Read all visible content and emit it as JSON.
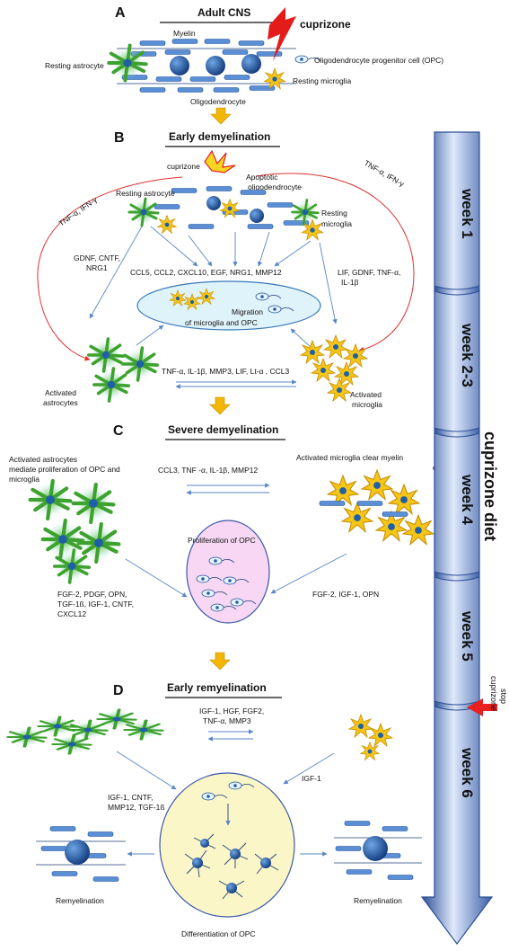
{
  "panels": {
    "A": {
      "letter": "A",
      "title": "Adult   CNS",
      "labels": {
        "myelin": "Myelin",
        "cuprizone": "cuprizone",
        "opc": "Oligodendrocyte progenitor cell (OPC)",
        "resting_astrocyte": "Resting astrocyte",
        "resting_microglia": "Resting microglia",
        "oligodendrocyte": "Oligodendrocyte"
      }
    },
    "B": {
      "letter": "B",
      "title": "Early demyelination",
      "labels": {
        "cuprizone": "cuprizone",
        "apoptotic_1": "Apoptotic",
        "apoptotic_2": "oligodendrocyte",
        "tnf_left": "TNF-α, IFN-γ",
        "tnf_right": "TNF-α, IFN-γ",
        "resting_astrocyte": "Resting astrocyte",
        "resting_microglia_1": "Resting",
        "resting_microglia_2": "microglia",
        "gdnf_1": "GDNF, CNTF,",
        "gdnf_2": "NRG1",
        "center_factors": "CCL5, CCL2, CXCL10, EGF, NRG1, MMP12",
        "lif_1": "LIF, GDNF, TNF-α,",
        "lif_2": "IL-1β",
        "migration_1": "Migration",
        "migration_2": "of microglia   and    OPC",
        "bottom_factors": "TNF-α, IL-1β, MMP3, LIF, Lt-α , CCL3",
        "activated_astro_1": "Activated",
        "activated_astro_2": "astrocytes",
        "activated_micro_1": "Activated",
        "activated_micro_2": "microglia"
      }
    },
    "C": {
      "letter": "C",
      "title": "Severe demyelination",
      "labels": {
        "astro_1": "Activated astrocytes",
        "astro_2": "mediate proliferation of OPC and",
        "astro_3": "microglia",
        "micro_1": "Activated microglia clear myelin",
        "micro_2": "debris",
        "exchange": "CCL3, TNF -α, IL-1β, MMP12",
        "proliferation": "Proliferation of OPC",
        "left_factors_1": "FGF-2, PDGF, OPN,",
        "left_factors_2": "TGF-1ß, IGF-1, CNTF,",
        "left_factors_3": "CXCL12",
        "right_factors": "FGF-2, IGF-1, OPN"
      }
    },
    "D": {
      "letter": "D",
      "title": "Early remyelination",
      "labels": {
        "exchange_1": "IGF-1, HGF, FGF2,",
        "exchange_2": "TNF-α, MMP3",
        "igf": "IGF-1",
        "left_factors_1": "IGF-1, CNTF,",
        "left_factors_2": "MMP12, TGF-1ß",
        "remyelination_left": "Remyelination",
        "remyelination_right": "Remyelination",
        "differentiation": "Differentiation of OPC"
      }
    }
  },
  "timeline": {
    "weeks": [
      "week 1",
      "week 2-3",
      "week 4",
      "week 5",
      "week 6"
    ],
    "diet_label": "cuprizone diet",
    "stop_1": "cuprizone",
    "stop_2": "stop"
  },
  "colors": {
    "astrocyte": "#4fb83a",
    "microglia": "#f5c518",
    "nucleus": "#1f5fa8",
    "myelin": "#3f78c4",
    "oval_migration": "#dff3fb",
    "oval_proliferation": "#f7d7f3",
    "oval_differentiation": "#fbf6c7",
    "arrow_yellow": "#f2b705",
    "feedback_red": "#e03030",
    "timeline": "#5b7fc6",
    "stop_arrow": "#e82020"
  }
}
